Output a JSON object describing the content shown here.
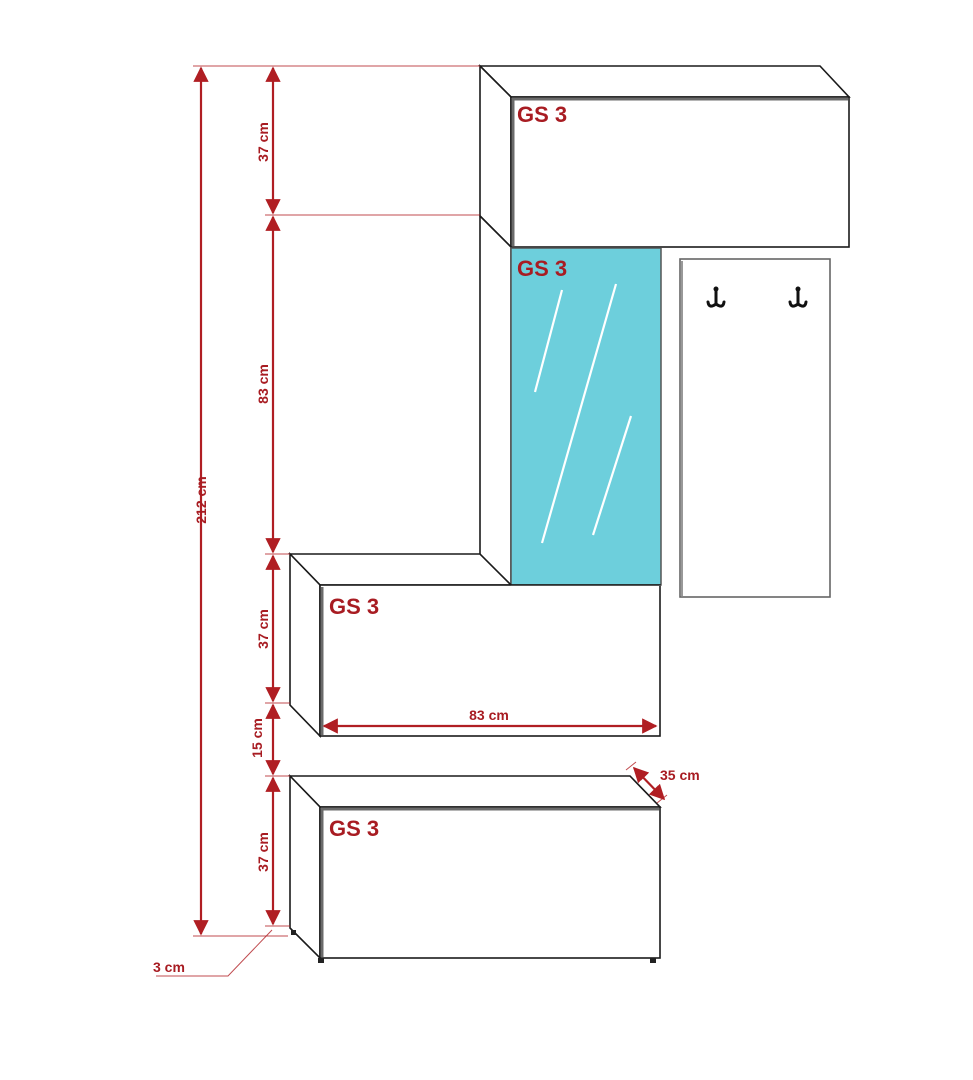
{
  "diagram": {
    "type": "furniture-dimension-drawing",
    "colors": {
      "dimension_red": "#b01e23",
      "label_red": "#a81c22",
      "glass_cyan": "#6dcfdc",
      "outline": "#1a1a1a"
    },
    "modules": [
      {
        "id": "top-cabinet",
        "label": "GS 3"
      },
      {
        "id": "glass-cabinet",
        "label": "GS 3"
      },
      {
        "id": "middle-cabinet",
        "label": "GS 3"
      },
      {
        "id": "bottom-cabinet",
        "label": "GS 3"
      }
    ],
    "coat_panel": {
      "hooks": [
        "hook-icon",
        "hook-icon"
      ]
    },
    "dimensions": {
      "total_height": "212 cm",
      "top_height": "37 cm",
      "glass_height": "83 cm",
      "middle_height": "37 cm",
      "gap": "15 cm",
      "bottom_height": "37 cm",
      "width": "83 cm",
      "depth": "35 cm",
      "feet": "3 cm"
    }
  }
}
